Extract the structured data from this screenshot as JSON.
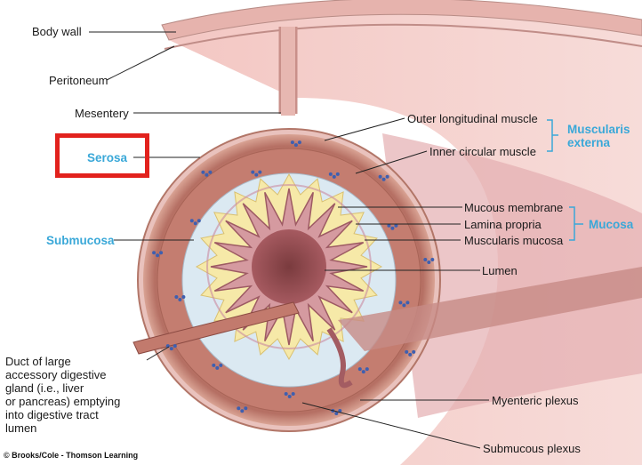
{
  "labels": {
    "body_wall": "Body wall",
    "peritoneum": "Peritoneum",
    "mesentery": "Mesentery",
    "serosa": "Serosa",
    "submucosa": "Submucosa",
    "duct": "Duct of large\naccessory digestive\ngland (i.e., liver\nor pancreas) emptying\ninto digestive tract\nlumen",
    "outer_longitudinal_muscle": "Outer longitudinal muscle",
    "inner_circular_muscle": "Inner circular muscle",
    "muscularis_externa": "Muscularis\nexterna",
    "mucous_membrane": "Mucous membrane",
    "lamina_propria": "Lamina propria",
    "muscularis_mucosa": "Muscularis mucosa",
    "mucosa": "Mucosa",
    "lumen": "Lumen",
    "myenteric_plexus": "Myenteric plexus",
    "submucous_plexus": "Submucous plexus"
  },
  "credit": "© Brooks/Cole - Thomson Learning",
  "colors": {
    "highlight_box": "#e2221d",
    "group_label": "#3aa8d8",
    "muscle": "#c98474",
    "submucosa_fill": "#dbe9f2",
    "lamina": "#f6e9a8",
    "mucosa_fold": "#d59aa0"
  }
}
